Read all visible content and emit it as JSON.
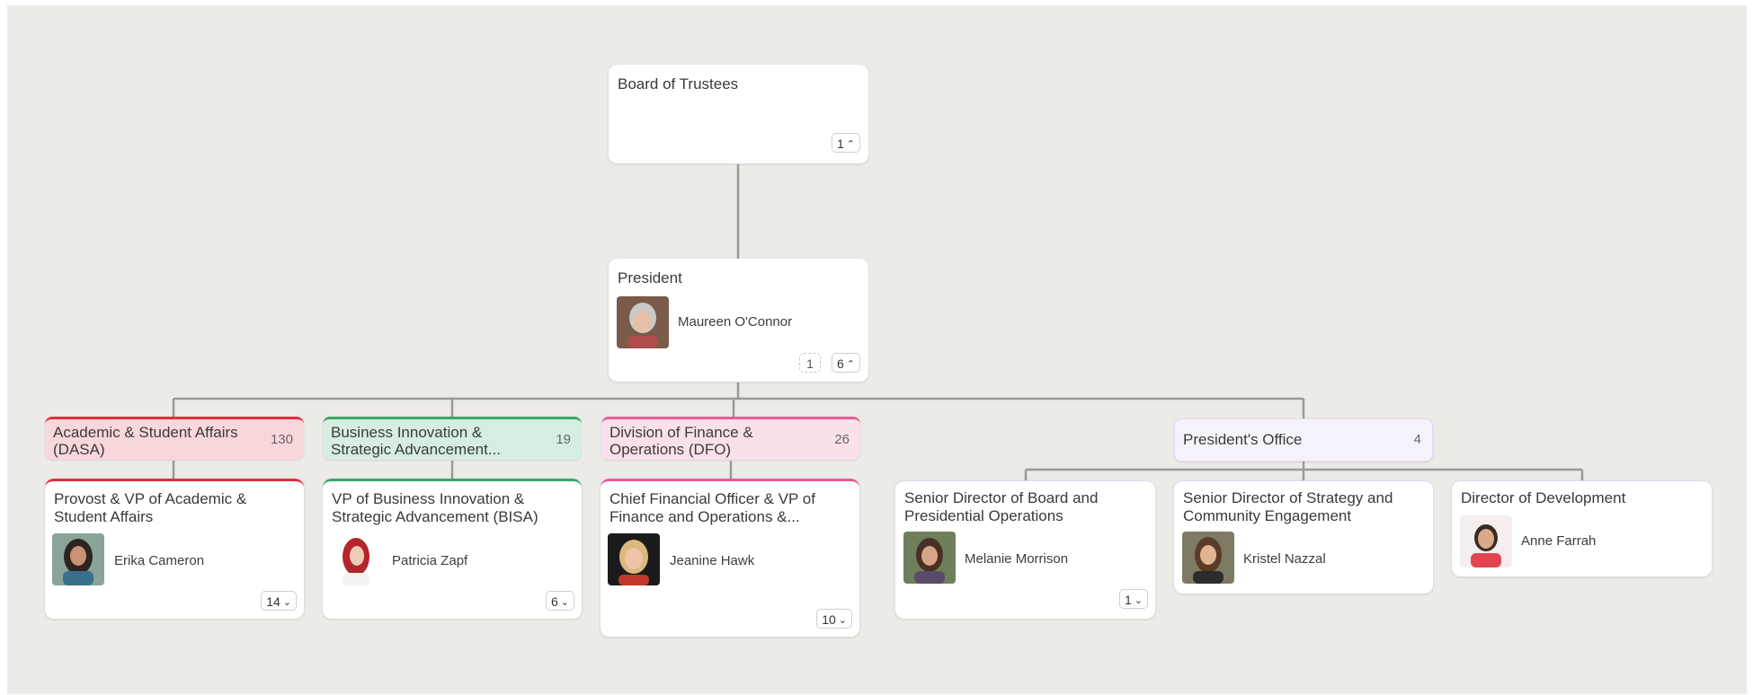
{
  "board": {
    "title": "Board of Trustees",
    "badge": "1"
  },
  "president": {
    "title": "President",
    "person": "Maureen O'Connor",
    "badge_left": "1",
    "badge_right": "6"
  },
  "groups": [
    {
      "title": "Academic & Student Affairs (DASA)",
      "count": "130",
      "color": "#f8d7da",
      "accent": "#e0303d"
    },
    {
      "title": "Business Innovation & Strategic Advancement...",
      "count": "19",
      "color": "#d5eedf",
      "accent": "#35a86a"
    },
    {
      "title": "Division of Finance & Operations (DFO)",
      "count": "26",
      "color": "#f9e0ea",
      "accent": "#e75c94"
    },
    {
      "title": "President's Office",
      "count": "4",
      "color": "#f6f2fb",
      "accent": "#d9c9ee"
    }
  ],
  "roles": [
    {
      "title": "Provost & VP of Academic & Student Affairs",
      "person": "Erika Cameron",
      "badge": "14"
    },
    {
      "title": "VP of Business Innovation & Strategic Advancement (BISA)",
      "person": "Patricia Zapf",
      "badge": "6"
    },
    {
      "title": "Chief Financial Officer & VP of Finance and Operations &...",
      "person": "Jeanine Hawk",
      "badge": "10"
    },
    {
      "title": "Senior Director of Board and Presidential Operations",
      "person": "Melanie Morrison",
      "badge": "1"
    },
    {
      "title": "Senior Director of Strategy and Community Engagement",
      "person": "Kristel Nazzal"
    },
    {
      "title": "Director of Development",
      "person": "Anne Farrah"
    }
  ],
  "colors": {
    "line": "#9a9a9a",
    "background": "#ecebe8"
  }
}
